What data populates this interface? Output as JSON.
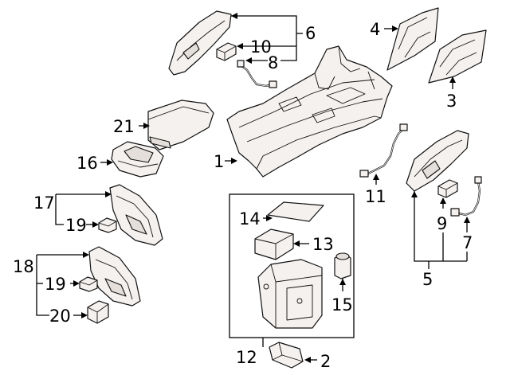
{
  "callouts": {
    "n1": "1",
    "n2": "2",
    "n3": "3",
    "n4": "4",
    "n5": "5",
    "n6": "6",
    "n7": "7",
    "n8": "8",
    "n9": "9",
    "n10": "10",
    "n11": "11",
    "n12": "12",
    "n13": "13",
    "n14": "14",
    "n15": "15",
    "n16": "16",
    "n17": "17",
    "n18": "18",
    "n19a": "19",
    "n19b": "19",
    "n20": "20",
    "n21": "21"
  }
}
